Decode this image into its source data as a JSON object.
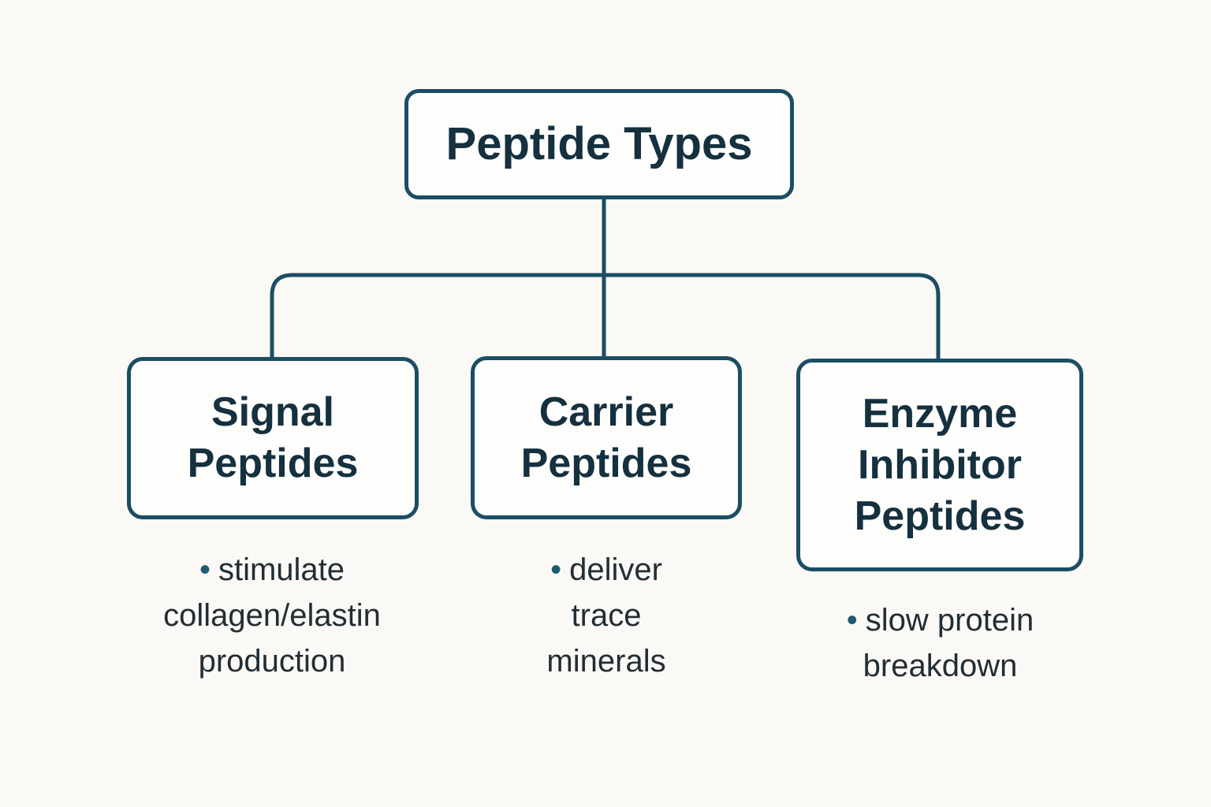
{
  "diagram": {
    "type": "hierarchy-flowchart",
    "root": {
      "title": "Peptide Types"
    },
    "children": [
      {
        "id": "signal",
        "title": "Signal\nPeptides",
        "bullet_text": "stimulate\ncollagen/elastin\nproduction"
      },
      {
        "id": "carrier",
        "title": "Carrier\nPeptides",
        "bullet_text": "deliver\ntrace\nminerals"
      },
      {
        "id": "enzyme",
        "title": "Enzyme\nInhibitor\nPeptides",
        "bullet_text": "slow protein\nbreakdown"
      }
    ],
    "bullet_marker": "•",
    "colors": {
      "background": "#faf9f5",
      "box_fill": "#fdfdfb",
      "box_border": "#1b4d63",
      "connector": "#1b4d63",
      "heading_text": "#15303e",
      "body_text": "#232d35",
      "bullet_dot": "#1f5a71"
    }
  }
}
